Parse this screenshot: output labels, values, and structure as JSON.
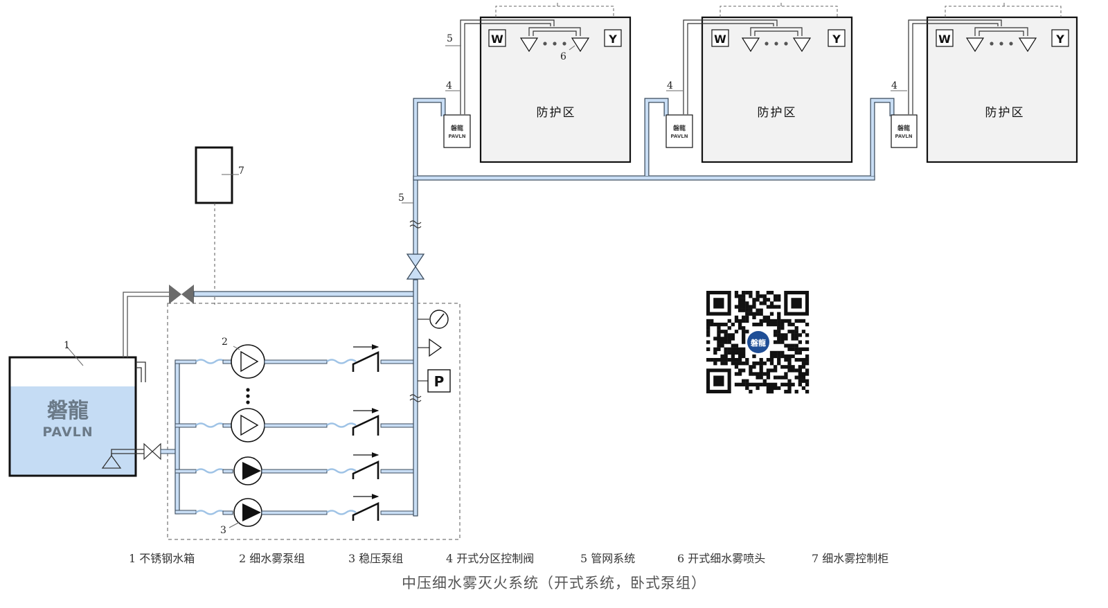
{
  "tank": {
    "number": "1",
    "brand_cn": "磐龍",
    "brand_en": "PAVLN"
  },
  "cabinet": {
    "number": "7"
  },
  "pumps": {
    "main_label": "2",
    "stab_label": "3"
  },
  "pipe_labels": {
    "riser": "5",
    "branch": "5",
    "valve": "4",
    "nozzle": "6"
  },
  "zones": [
    {
      "title": "防护区",
      "left_tag": "W",
      "right_tag": "Y",
      "valve_logo_cn": "磐龍",
      "valve_logo_en": "PAVLN",
      "valve_label": "4"
    },
    {
      "title": "防护区",
      "left_tag": "W",
      "right_tag": "Y",
      "valve_logo_cn": "磐龍",
      "valve_logo_en": "PAVLN",
      "valve_label": "4"
    },
    {
      "title": "防护区",
      "left_tag": "W",
      "right_tag": "Y",
      "valve_logo_cn": "磐龍",
      "valve_logo_en": "PAVLN",
      "valve_label": "4"
    }
  ],
  "pressure_switch": "P",
  "qr": {
    "center_text": "磐龍"
  },
  "legend": [
    "1 不锈钢水箱",
    "2 细水雾泵组",
    "3 稳压泵组",
    "4 开式分区控制阀",
    "5 管网系统",
    "6 开式细水雾喷头",
    "7 细水雾控制柜"
  ],
  "caption": "中压细水雾灭火系统（开式系统，卧式泵组）",
  "colors": {
    "pipe_fill": "#c9def5",
    "pipe_edge": "#3b4b5c",
    "water": "#c5dcf4",
    "room_fill": "#f2f2f2",
    "qr_center": "#1f4e96"
  }
}
